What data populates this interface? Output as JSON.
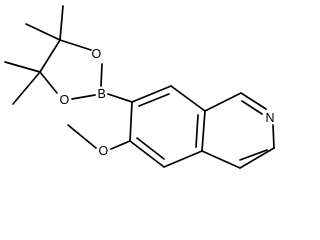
{
  "molecule": {
    "atoms": {
      "boron": "B",
      "oxygen_upper": "O",
      "oxygen_lower": "O",
      "oxygen_methoxy": "O",
      "nitrogen": "N"
    },
    "colors": {
      "bond": "#000000",
      "label": "#000000",
      "background": "#ffffff"
    }
  }
}
